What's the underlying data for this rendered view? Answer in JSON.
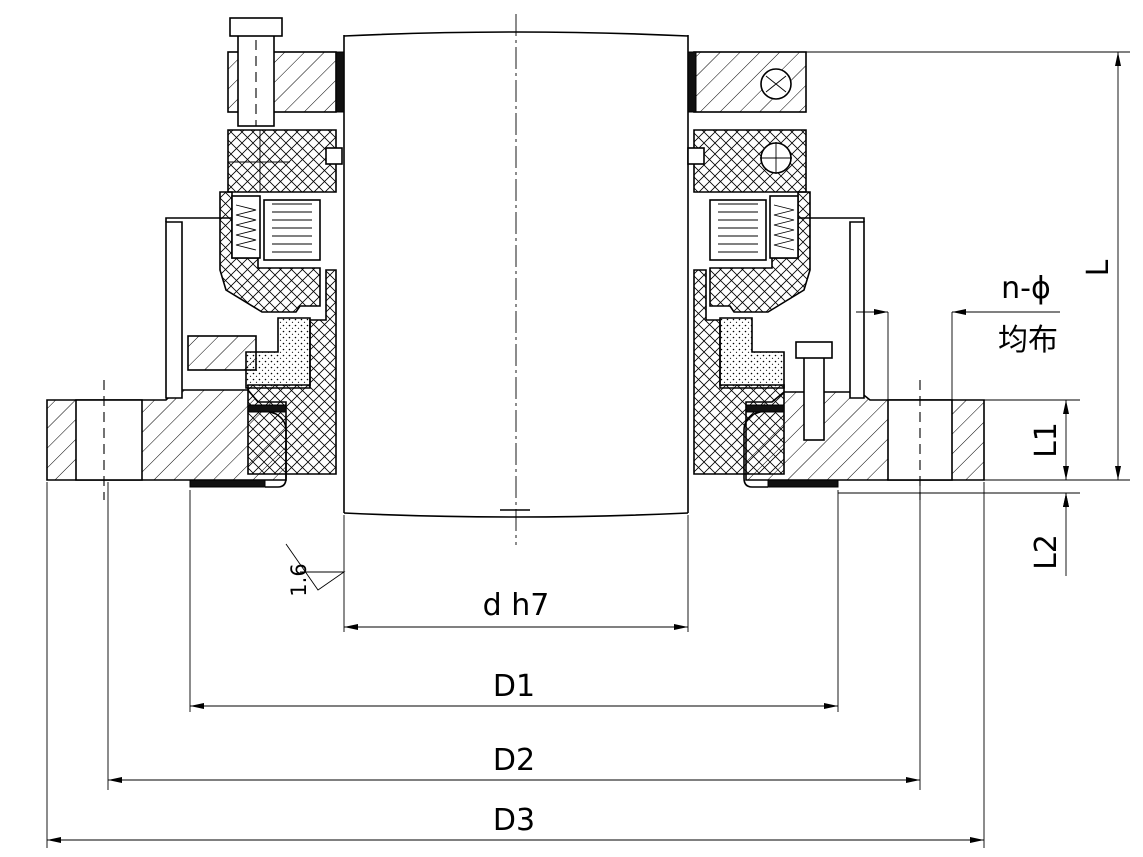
{
  "labels": {
    "shaft": "d h7",
    "d1": "D1",
    "d2": "D2",
    "d3": "D3",
    "length": "L",
    "l1": "L1",
    "l2": "L2",
    "holes": "n-ϕ",
    "holes_note": "均布",
    "roughness": "1.6"
  }
}
